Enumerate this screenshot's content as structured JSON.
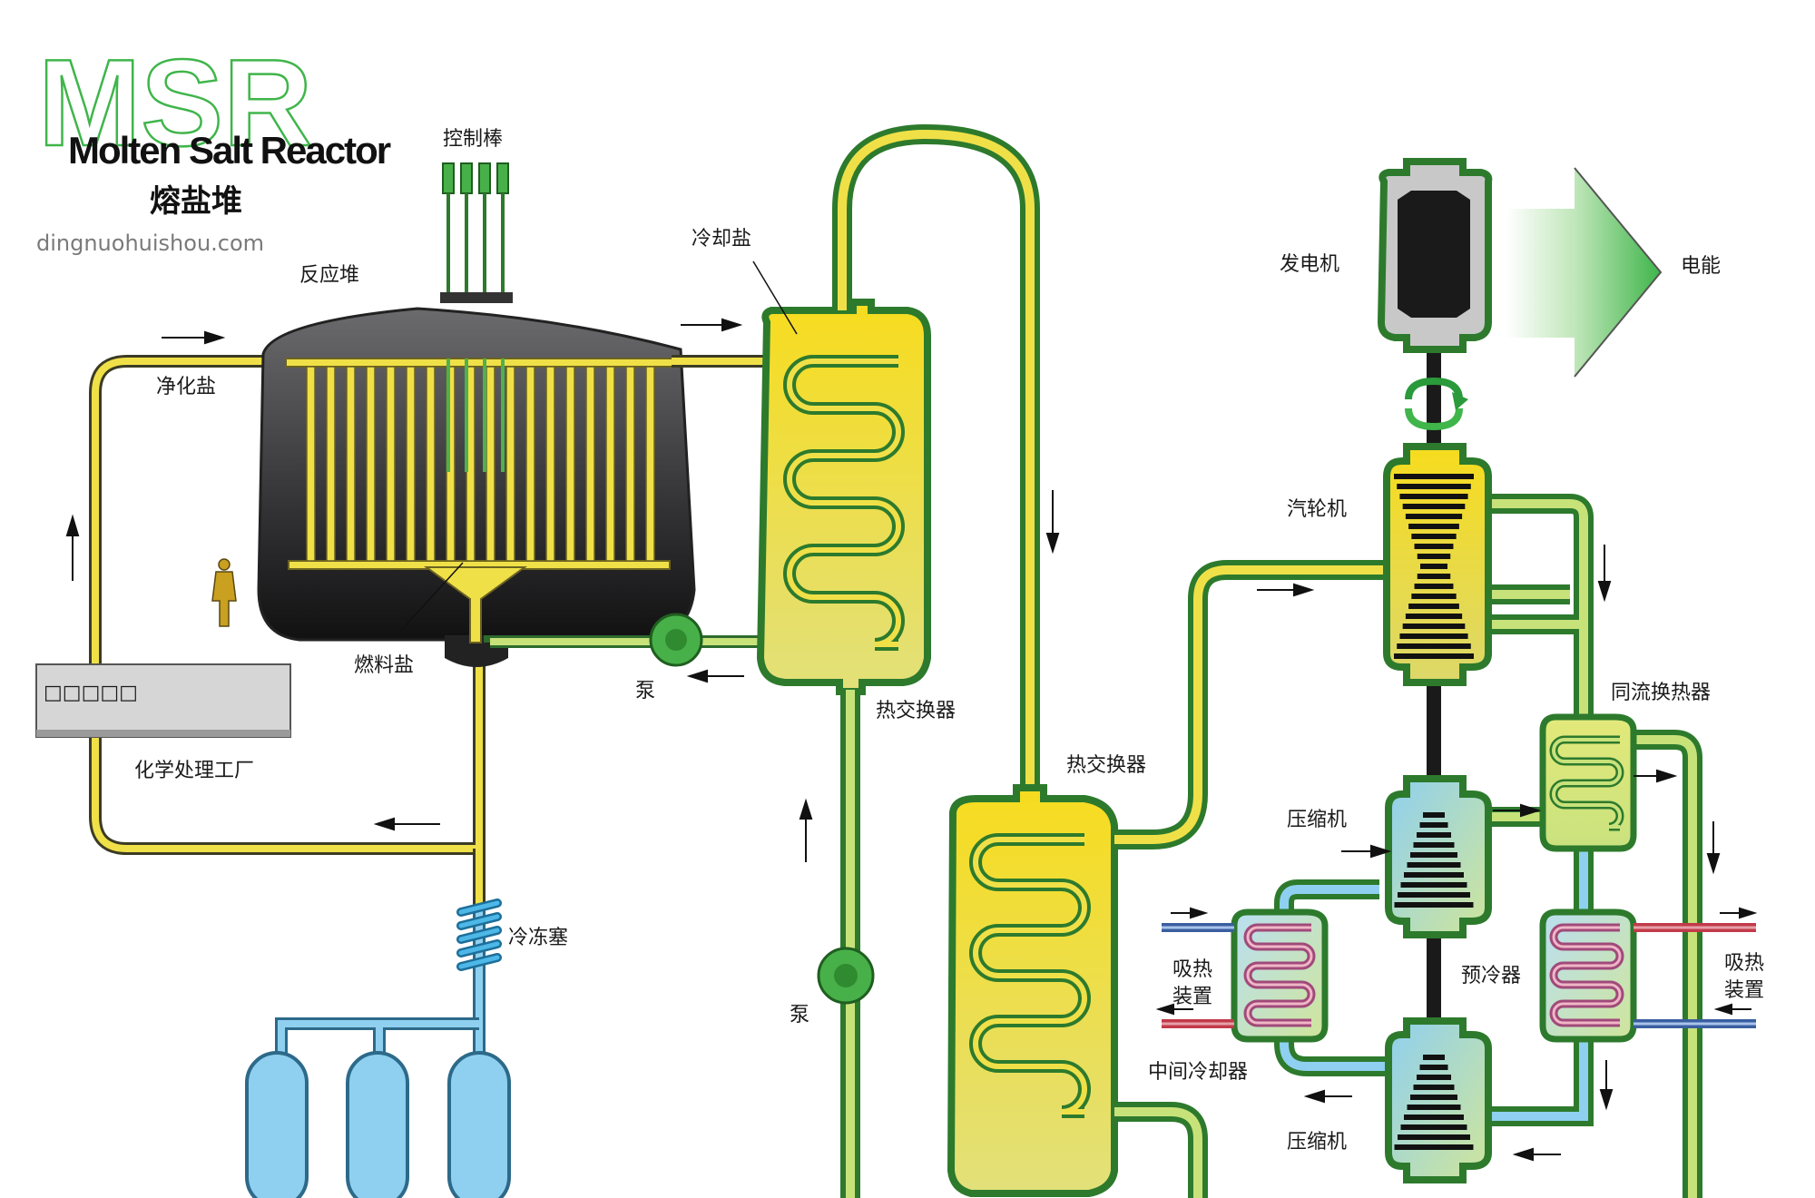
{
  "logo": {
    "abbr": "MSR",
    "english": "Molten Salt Reactor",
    "chinese": "熔盐堆",
    "website": "dingnuohuishou.com"
  },
  "labels": {
    "control_rods": "控制棒",
    "reactor": "反应堆",
    "coolant_salt": "冷却盐",
    "purified_salt": "净化盐",
    "fuel_salt": "燃料盐",
    "pump_1": "泵",
    "heat_exchanger_1": "热交换器",
    "heat_exchanger_2": "热交换器",
    "chemical_plant": "化学处理工厂",
    "chemical_plant_panel": "□□□□□",
    "freeze_plug": "冷冻塞",
    "pump_2": "泵",
    "generator": "发电机",
    "electricity": "电能",
    "turbine": "汽轮机",
    "recuperator": "同流换热器",
    "compressor_1": "压缩机",
    "heat_sink_left_1": "吸热",
    "heat_sink_left_2": "装置",
    "precooler": "预冷器",
    "heat_sink_right_1": "吸热",
    "heat_sink_right_2": "装置",
    "intercooler": "中间冷却器",
    "compressor_2": "压缩机"
  },
  "colors": {
    "fuel_yellow": "#f0e048",
    "pipe_green": "#3b9a3c",
    "light_green": "#c8e27a",
    "light_blue": "#8fd0f0",
    "reactor_dark": "#3a3a3c",
    "turbine_black": "#1a1a1a",
    "arrow_green": "#3fb54a"
  }
}
